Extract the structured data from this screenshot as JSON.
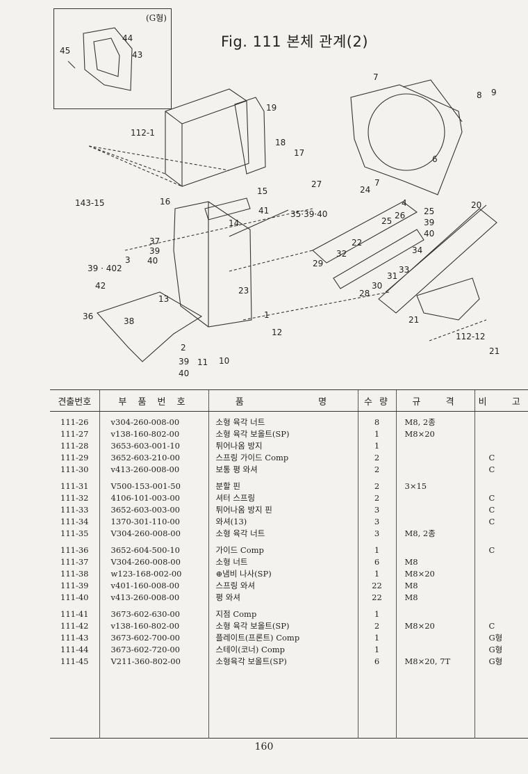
{
  "figure": {
    "title": "Fig. 111  본체 관계(2)",
    "inset_label": "(G형)"
  },
  "callouts": {
    "c44": "44",
    "c45": "45",
    "c43": "43",
    "c7a": "7",
    "c8": "8",
    "c9": "9",
    "c6": "6",
    "c19": "19",
    "c112_1": "112-1",
    "c18": "18",
    "c17": "17",
    "c27": "27",
    "c24": "24",
    "c7b": "7",
    "c15": "15",
    "c143_15": "143-15",
    "c16": "16",
    "c41": "41",
    "c14": "14",
    "c3539": "35·39·40",
    "c4": "4",
    "c25a": "25",
    "c26": "26",
    "c25b": "25",
    "c20": "20",
    "c39a": "39",
    "c40a": "40",
    "c37": "37",
    "c39b": "39",
    "c3": "3",
    "c40b": "40",
    "c22": "22",
    "c34": "34",
    "c32": "32",
    "c29": "29",
    "c31": "31",
    "c33": "33",
    "c3940": "39 · 40",
    "c2a": "2",
    "c42": "42",
    "c23": "23",
    "c28": "28",
    "c30": "30",
    "c13": "13",
    "c36": "36",
    "c1": "1",
    "c38": "38",
    "c21a": "21",
    "c12": "12",
    "c112_12": "112-12",
    "c2b": "2",
    "c39c": "39",
    "c11": "11",
    "c10": "10",
    "c40c": "40",
    "c21b": "21"
  },
  "table": {
    "headers": [
      "견출번호",
      "부 품 번 호",
      "품          명",
      "수 량",
      "규   격",
      "비   고"
    ],
    "groups": [
      [
        {
          "id": "111-26",
          "part": "v304-260-008-00",
          "name": "소형 육각 너트",
          "qty": "8",
          "spec": "M8, 2종",
          "note": ""
        },
        {
          "id": "111-27",
          "part": "v138-160-802-00",
          "name": "소형 육각 보올트(SP)",
          "qty": "1",
          "spec": "M8×20",
          "note": ""
        },
        {
          "id": "111-28",
          "part": "3653-603-001-10",
          "name": "튀어나옴 방지",
          "qty": "1",
          "spec": "",
          "note": ""
        },
        {
          "id": "111-29",
          "part": "3652-603-210-00",
          "name": "스프링 가이드 Comp",
          "qty": "2",
          "spec": "",
          "note": "C"
        },
        {
          "id": "111-30",
          "part": "v413-260-008-00",
          "name": "보통 평 와셔",
          "qty": "2",
          "spec": "",
          "note": "C"
        }
      ],
      [
        {
          "id": "111-31",
          "part": "V500-153-001-50",
          "name": "분할 핀",
          "qty": "2",
          "spec": "3×15",
          "note": ""
        },
        {
          "id": "111-32",
          "part": "4106-101-003-00",
          "name": "셔터 스프링",
          "qty": "2",
          "spec": "",
          "note": "C"
        },
        {
          "id": "111-33",
          "part": "3652-603-003-00",
          "name": "튀어나옴 방지 핀",
          "qty": "3",
          "spec": "",
          "note": "C"
        },
        {
          "id": "111-34",
          "part": "1370-301-110-00",
          "name": "와셔(13)",
          "qty": "3",
          "spec": "",
          "note": "C"
        },
        {
          "id": "111-35",
          "part": "V304-260-008-00",
          "name": "소형 육각 너트",
          "qty": "3",
          "spec": "M8, 2종",
          "note": ""
        }
      ],
      [
        {
          "id": "111-36",
          "part": "3652-604-500-10",
          "name": "가이드 Comp",
          "qty": "1",
          "spec": "",
          "note": "C"
        },
        {
          "id": "111-37",
          "part": "V304-260-008-00",
          "name": "소형 너트",
          "qty": "6",
          "spec": "M8",
          "note": ""
        },
        {
          "id": "111-38",
          "part": "w123-168-002-00",
          "name": "⊕냄비 나사(SP)",
          "qty": "1",
          "spec": "M8×20",
          "note": ""
        },
        {
          "id": "111-39",
          "part": "v401-160-008-00",
          "name": "스프링 와셔",
          "qty": "22",
          "spec": "M8",
          "note": ""
        },
        {
          "id": "111-40",
          "part": "v413-260-008-00",
          "name": "평 와셔",
          "qty": "22",
          "spec": "M8",
          "note": ""
        }
      ],
      [
        {
          "id": "111-41",
          "part": "3673-602-630-00",
          "name": "지점 Comp",
          "qty": "1",
          "spec": "",
          "note": ""
        },
        {
          "id": "111-42",
          "part": "v138-160-802-00",
          "name": "소형 육각 보올트(SP)",
          "qty": "2",
          "spec": "M8×20",
          "note": "C"
        },
        {
          "id": "111-43",
          "part": "3673-602-700-00",
          "name": "플레이트(프론트) Comp",
          "qty": "1",
          "spec": "",
          "note": "G형"
        },
        {
          "id": "111-44",
          "part": "3673-602-720-00",
          "name": "스테이(코너) Comp",
          "qty": "1",
          "spec": "",
          "note": "G형"
        },
        {
          "id": "111-45",
          "part": "V211-360-802-00",
          "name": "소형육각 보올트(SP)",
          "qty": "6",
          "spec": "M8×20, 7T",
          "note": "G형"
        }
      ]
    ]
  },
  "page_number": "160"
}
